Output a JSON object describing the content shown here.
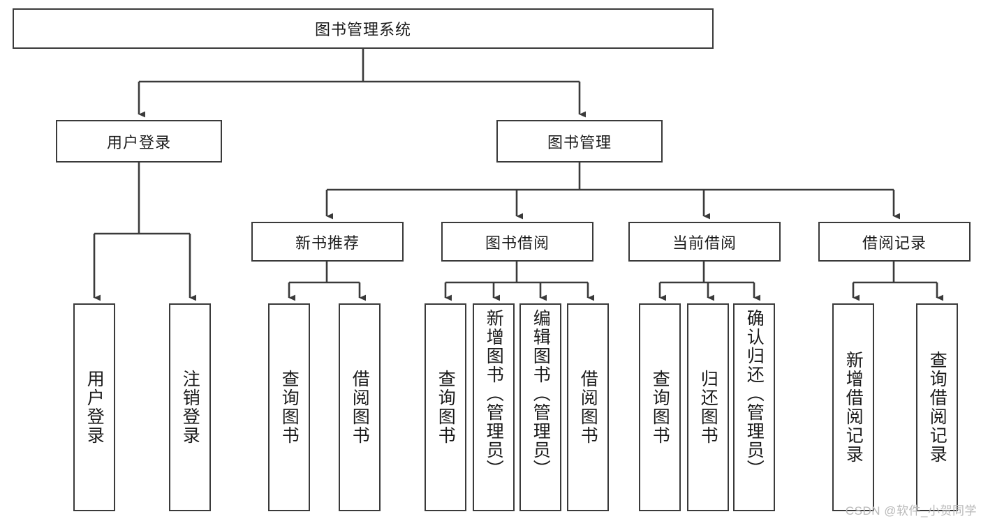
{
  "diagram": {
    "type": "tree",
    "title": "图书管理系统",
    "root": {
      "id": "root",
      "label": "图书管理系统"
    },
    "level1": [
      {
        "id": "user-login",
        "label": "用户登录"
      },
      {
        "id": "book-manage",
        "label": "图书管理"
      }
    ],
    "level2": [
      {
        "id": "new-book-rec",
        "label": "新书推荐",
        "parent": "book-manage"
      },
      {
        "id": "book-borrow",
        "label": "图书借阅",
        "parent": "book-manage"
      },
      {
        "id": "current-borrow",
        "label": "当前借阅",
        "parent": "book-manage"
      },
      {
        "id": "borrow-record",
        "label": "借阅记录",
        "parent": "book-manage"
      }
    ],
    "leaves": {
      "user_login": [
        {
          "id": "leaf-user-login",
          "label": "用户登录"
        },
        {
          "id": "leaf-logout",
          "label": "注销登录"
        }
      ],
      "new_book_rec": [
        {
          "id": "leaf-query-book-1",
          "label": "查询图书"
        },
        {
          "id": "leaf-borrow-book-1",
          "label": "借阅图书"
        }
      ],
      "book_borrow": [
        {
          "id": "leaf-query-book-2",
          "label": "查询图书"
        },
        {
          "id": "leaf-add-book",
          "label": "新增图书（管理员）"
        },
        {
          "id": "leaf-edit-book",
          "label": "编辑图书（管理员）"
        },
        {
          "id": "leaf-borrow-book-2",
          "label": "借阅图书"
        }
      ],
      "current_borrow": [
        {
          "id": "leaf-query-book-3",
          "label": "查询图书"
        },
        {
          "id": "leaf-return-book",
          "label": "归还图书"
        },
        {
          "id": "leaf-confirm-return",
          "label": "确认归还（管理员）"
        }
      ],
      "borrow_record": [
        {
          "id": "leaf-add-record",
          "label": "新增借阅记录"
        },
        {
          "id": "leaf-query-record",
          "label": "查询借阅记录"
        }
      ]
    },
    "colors": {
      "line": "#3a3a3a",
      "box_border": "#3a3a3a",
      "box_fill": "#ffffff",
      "text": "#1a1a1a",
      "background": "#ffffff",
      "watermark": "#b9b9b9"
    }
  },
  "watermark": {
    "text": "CSDN @软件_小贺同学"
  }
}
